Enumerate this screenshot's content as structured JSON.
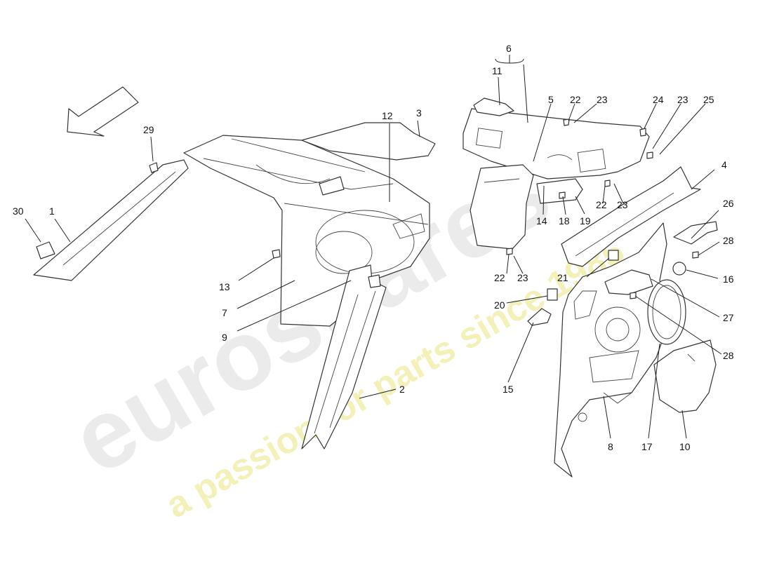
{
  "watermark": {
    "brand": "eurospares",
    "tagline": "a passion for parts since 1985"
  },
  "callouts": [
    "1",
    "2",
    "3",
    "4",
    "5",
    "6",
    "7",
    "8",
    "9",
    "10",
    "11",
    "12",
    "13",
    "14",
    "15",
    "16",
    "17",
    "18",
    "19",
    "20",
    "21",
    "22",
    "23",
    "24",
    "25",
    "26",
    "27",
    "28",
    "29",
    "30"
  ],
  "colors": {
    "line": "#333333",
    "watermark_gray": "#e6e6e6",
    "watermark_yellow": "#f3f0b8"
  }
}
